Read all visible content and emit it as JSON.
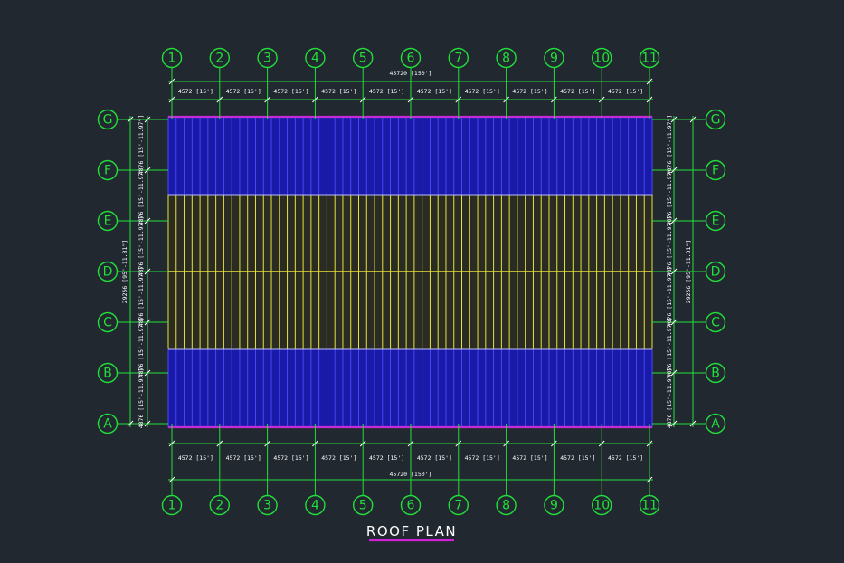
{
  "title": "ROOF PLAN",
  "colors": {
    "background": "#212830",
    "gridline": "#22e03a",
    "dimension": "#ffffff",
    "roof_blue": "#1a1aa8",
    "roof_blue_edge": "#3333dd",
    "roof_yellow": "#e8e23a",
    "title_underline": "#d21fd8",
    "eave_magenta": "#c52bd6"
  },
  "icons": {
    "grid_bubble": "circle-grid-bubble"
  },
  "grid": {
    "columns": [
      "1",
      "2",
      "3",
      "4",
      "5",
      "6",
      "7",
      "8",
      "9",
      "10",
      "11"
    ],
    "rows": [
      "G",
      "F",
      "E",
      "D",
      "C",
      "B",
      "A"
    ]
  },
  "dimensions": {
    "bay_label": "4572 [15']",
    "overall_horizontal": "45720 [150']",
    "row_spacing_label": "4876 [15'-11.97\"]",
    "overall_vertical": "29256 [95'-11.81\"]"
  },
  "roof": {
    "panel_count": 61,
    "zones_top_to_bottom": [
      "blue",
      "yellow",
      "yellow",
      "blue"
    ]
  }
}
